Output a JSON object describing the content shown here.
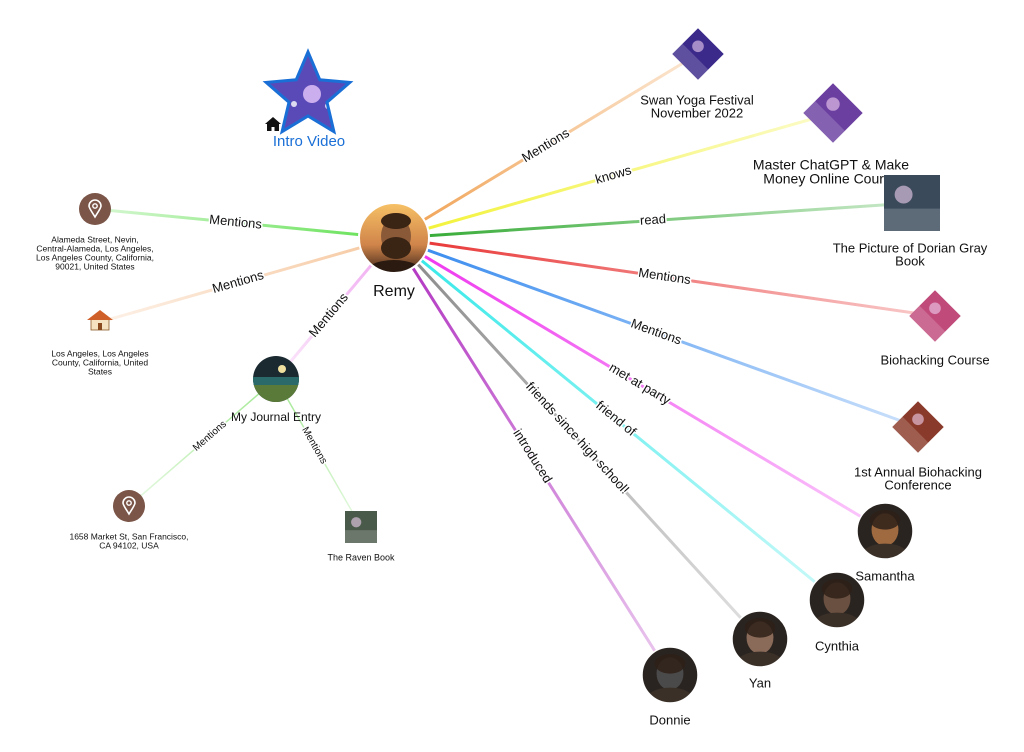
{
  "graph": {
    "center": {
      "label": "Remy",
      "kind": "person"
    },
    "intro": {
      "label": "Intro Video",
      "icon": "home-icon",
      "color": "#1a6fd6"
    },
    "nodes": [
      {
        "id": "swan",
        "label": [
          "Swan Yoga Festival",
          "November 2022"
        ],
        "kind": "event",
        "color": "#3b2a8a"
      },
      {
        "id": "chatgpt",
        "label": [
          "Master ChatGPT & Make",
          "Money Online Course"
        ],
        "kind": "course",
        "color": "#6b3fa0"
      },
      {
        "id": "dorian",
        "label": [
          "The Picture of Dorian Gray",
          "Book"
        ],
        "kind": "book",
        "color": "#3a4a5a"
      },
      {
        "id": "biocourse",
        "label": [
          "Biohacking Course"
        ],
        "kind": "course",
        "color": "#c04a7a"
      },
      {
        "id": "bioconf",
        "label": [
          "1st Annual Biohacking",
          "Conference"
        ],
        "kind": "event",
        "color": "#8a3a2a"
      },
      {
        "id": "samantha",
        "label": [
          "Samantha"
        ],
        "kind": "person",
        "color": "#a06a40"
      },
      {
        "id": "cynthia",
        "label": [
          "Cynthia"
        ],
        "kind": "person",
        "color": "#6a5040"
      },
      {
        "id": "yan",
        "label": [
          "Yan"
        ],
        "kind": "person",
        "color": "#8a6a58"
      },
      {
        "id": "donnie",
        "label": [
          "Donnie"
        ],
        "kind": "person",
        "color": "#4a4a4a"
      },
      {
        "id": "journal",
        "label": [
          "My Journal Entry"
        ],
        "kind": "journal",
        "color": "#2a6a6a"
      },
      {
        "id": "alameda",
        "label": [
          "Alameda Street, Nevin,",
          "Central-Alameda, Los Angeles,",
          "Los Angeles County, California,",
          "90021, United States"
        ],
        "kind": "pin",
        "color": "#7a5548"
      },
      {
        "id": "losangeles",
        "label": [
          "Los Angeles, Los Angeles",
          "County, California, United",
          "States"
        ],
        "kind": "house",
        "color": "#d0602a"
      },
      {
        "id": "market",
        "label": [
          "1658 Market St, San Francisco,",
          "CA 94102, USA"
        ],
        "kind": "pin",
        "color": "#7a5548"
      },
      {
        "id": "raven",
        "label": [
          "The Raven Book"
        ],
        "kind": "book",
        "color": "#4a5a4a"
      }
    ],
    "edges": [
      {
        "to": "swan",
        "label": "Mentions",
        "color": "#f0a050"
      },
      {
        "to": "chatgpt",
        "label": "knows",
        "color": "#f2f230"
      },
      {
        "to": "dorian",
        "label": "read",
        "color": "#2ea82e"
      },
      {
        "to": "biocourse",
        "label": "Mentions",
        "color": "#e83030"
      },
      {
        "to": "bioconf",
        "label": "Mentions",
        "color": "#3388ee"
      },
      {
        "to": "samantha",
        "label": "met at party",
        "color": "#ee30ee"
      },
      {
        "to": "cynthia",
        "label": "friend of",
        "color": "#30e8e8"
      },
      {
        "to": "yan",
        "label": "friends since high school!",
        "color": "#888888"
      },
      {
        "to": "donnie",
        "label": "introduced",
        "color": "#b030c0"
      },
      {
        "to": "alameda",
        "label": "Mentions",
        "color": "#60e050"
      },
      {
        "to": "losangeles",
        "label": "Mentions",
        "color": "#f6c8a0"
      },
      {
        "to": "journal",
        "label": "Mentions",
        "color": "#f0a8f0"
      }
    ],
    "sub_edges": [
      {
        "to": "market",
        "label": "Mentions",
        "color": "#a0e890"
      },
      {
        "to": "raven",
        "label": "Mentions",
        "color": "#a0e890"
      }
    ]
  }
}
